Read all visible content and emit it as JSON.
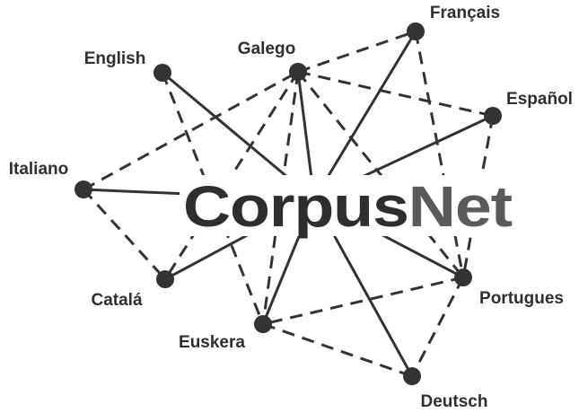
{
  "logo": {
    "part1": "Corpus",
    "part2": "Net",
    "color1": "#2e2e2e",
    "color2": "#5a5a5a"
  },
  "colors": {
    "line": "#333333",
    "node": "#333333"
  },
  "languages": [
    {
      "id": "english",
      "label": "English"
    },
    {
      "id": "galego",
      "label": "Galego"
    },
    {
      "id": "francais",
      "label": "Français"
    },
    {
      "id": "espanol",
      "label": "Español"
    },
    {
      "id": "italiano",
      "label": "Italiano"
    },
    {
      "id": "catala",
      "label": "Catalá"
    },
    {
      "id": "euskera",
      "label": "Euskera"
    },
    {
      "id": "portugues",
      "label": "Portugues"
    },
    {
      "id": "deutsch",
      "label": "Deutsch"
    }
  ],
  "links_to_center": [
    "english",
    "galego",
    "francais",
    "espanol",
    "italiano",
    "catala",
    "euskera",
    "portugues",
    "deutsch"
  ],
  "dashed_links": [
    [
      "italiano",
      "galego"
    ],
    [
      "galego",
      "francais"
    ],
    [
      "galego",
      "espanol"
    ],
    [
      "galego",
      "catala"
    ],
    [
      "galego",
      "portugues"
    ],
    [
      "galego",
      "euskera"
    ],
    [
      "francais",
      "portugues"
    ],
    [
      "espanol",
      "portugues"
    ],
    [
      "portugues",
      "euskera"
    ],
    [
      "portugues",
      "deutsch"
    ],
    [
      "euskera",
      "deutsch"
    ],
    [
      "italiano",
      "catala"
    ],
    [
      "english",
      "euskera"
    ]
  ]
}
